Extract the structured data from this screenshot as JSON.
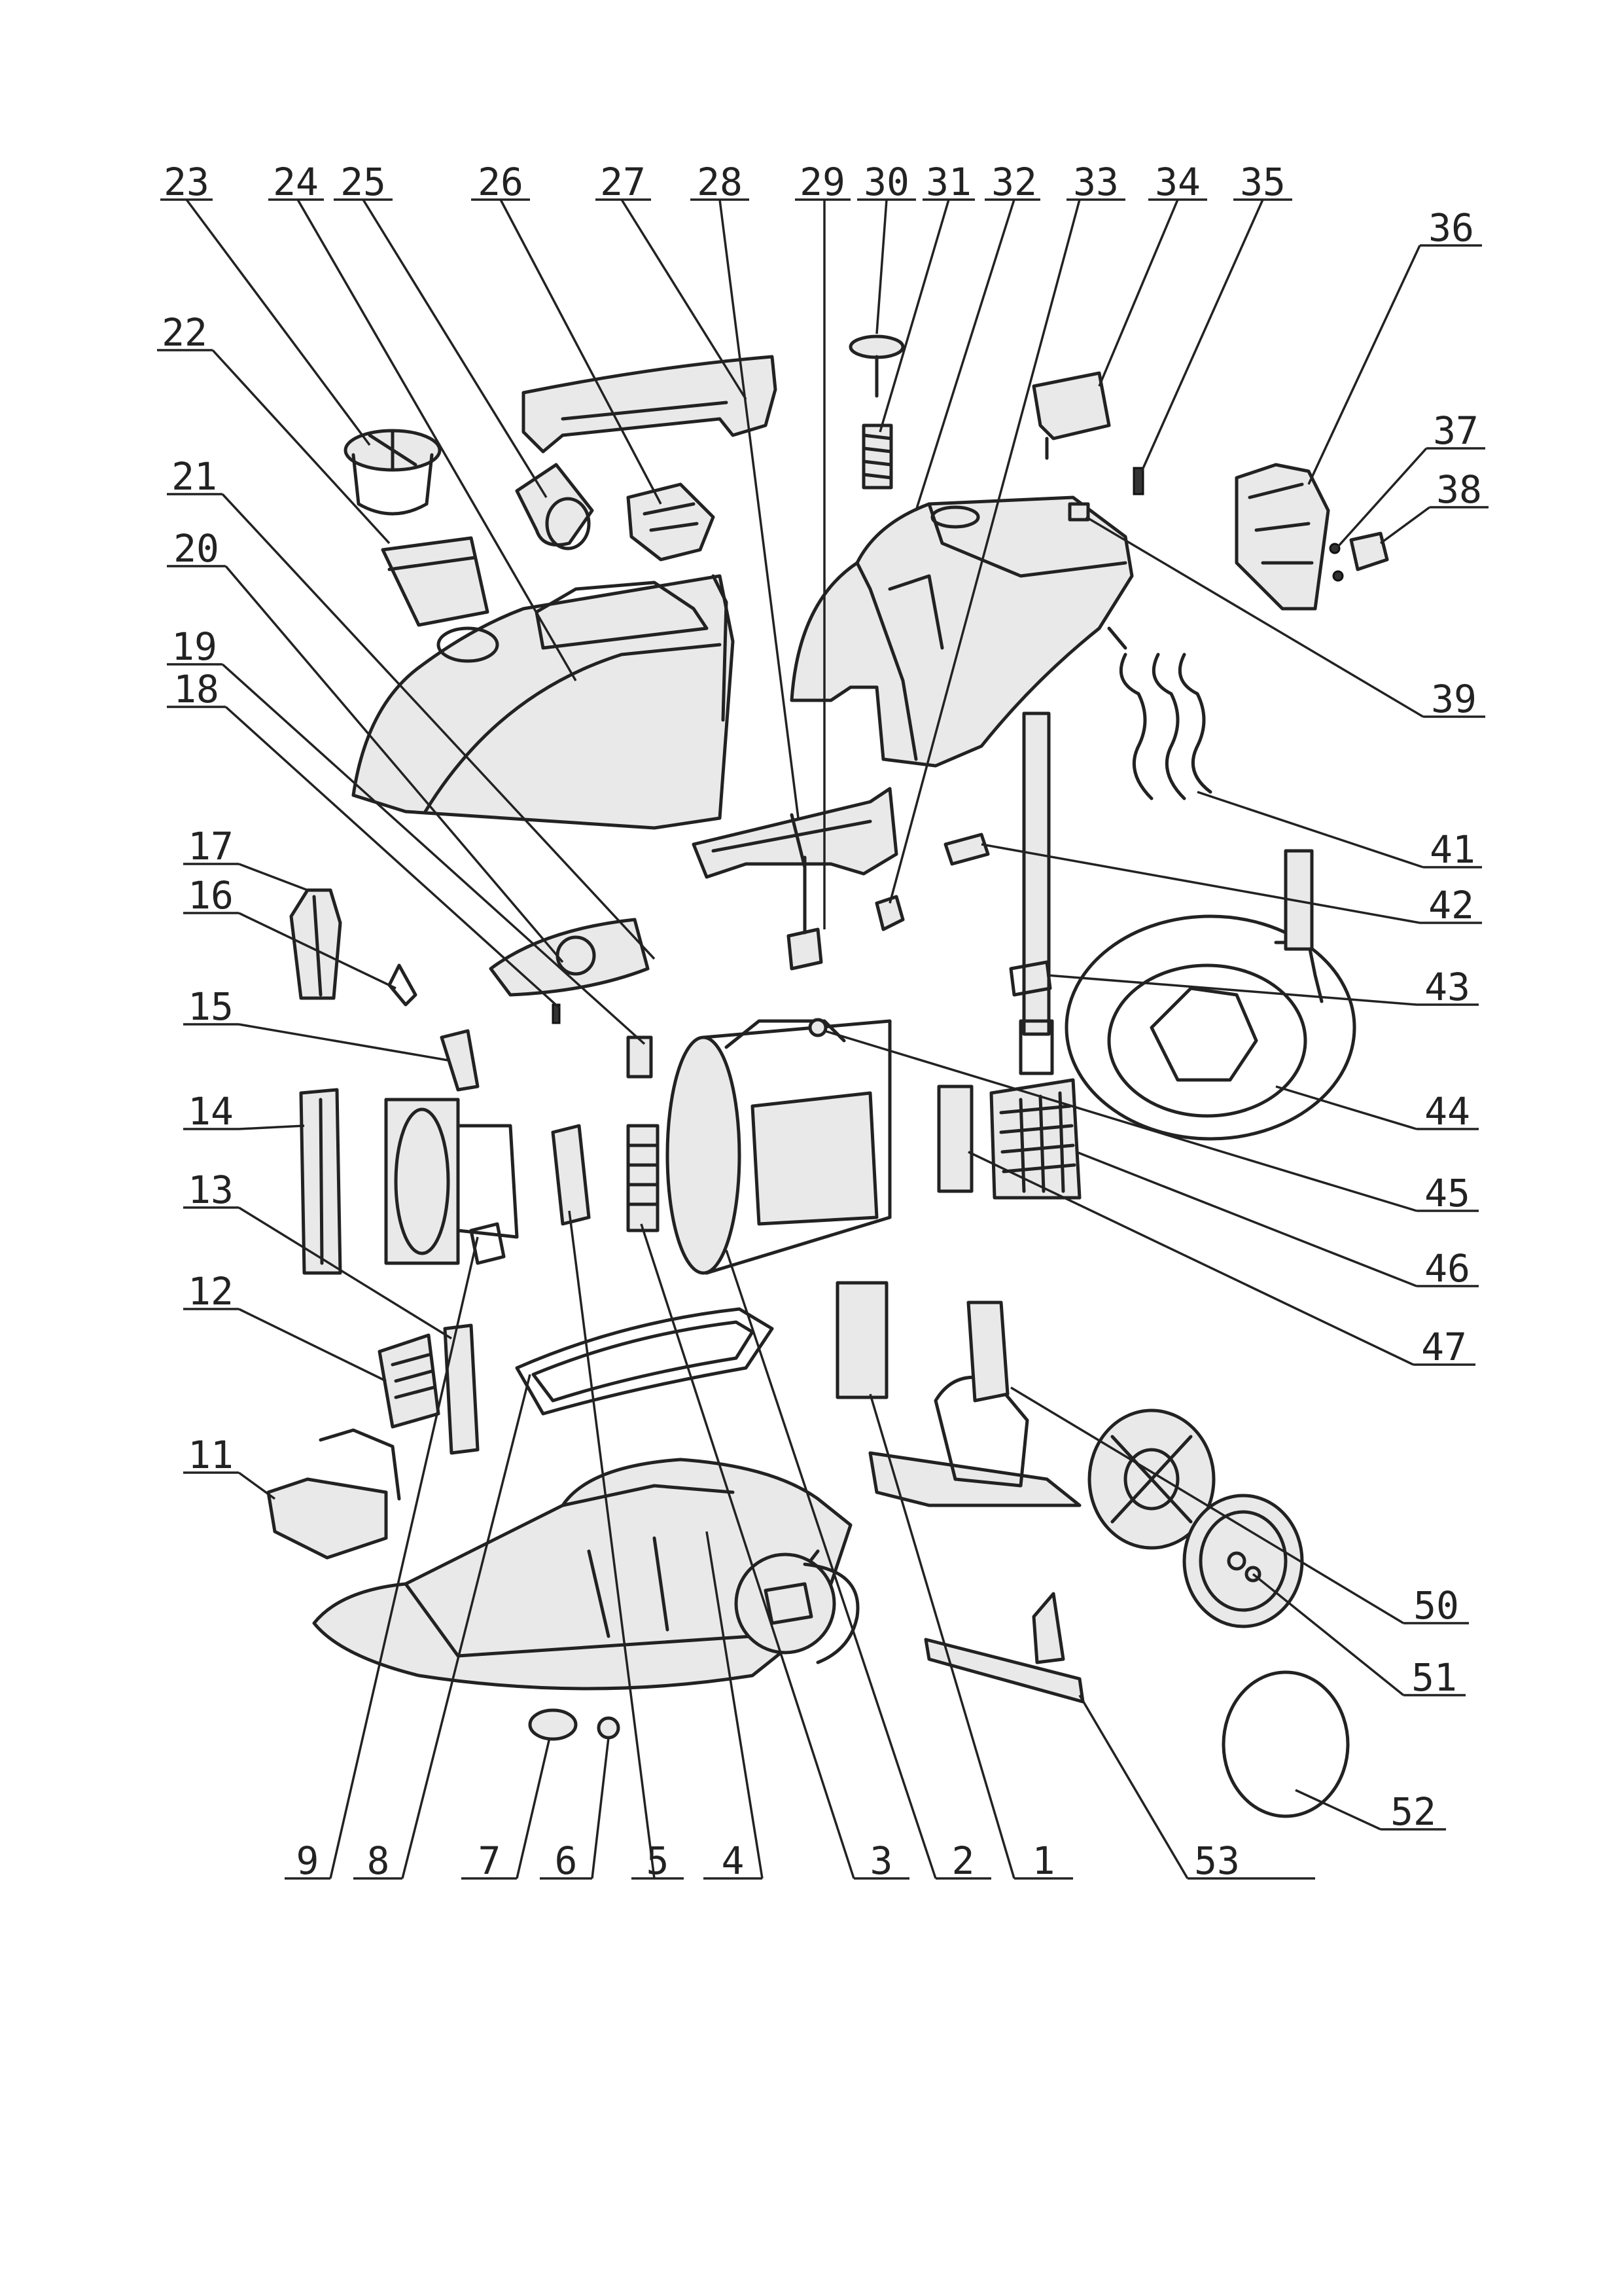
{
  "callouts": [
    {
      "id": "c1",
      "text": "1"
    },
    {
      "id": "c2",
      "text": "2"
    },
    {
      "id": "c3",
      "text": "3"
    },
    {
      "id": "c4",
      "text": "4"
    },
    {
      "id": "c5",
      "text": "5"
    },
    {
      "id": "c6",
      "text": "6"
    },
    {
      "id": "c7",
      "text": "7"
    },
    {
      "id": "c8",
      "text": "8"
    },
    {
      "id": "c9",
      "text": "9"
    },
    {
      "id": "c11",
      "text": "11"
    },
    {
      "id": "c12",
      "text": "12"
    },
    {
      "id": "c13",
      "text": "13"
    },
    {
      "id": "c14",
      "text": "14"
    },
    {
      "id": "c15",
      "text": "15"
    },
    {
      "id": "c16",
      "text": "16"
    },
    {
      "id": "c17",
      "text": "17"
    },
    {
      "id": "c18",
      "text": "18"
    },
    {
      "id": "c19",
      "text": "19"
    },
    {
      "id": "c20",
      "text": "20"
    },
    {
      "id": "c21",
      "text": "21"
    },
    {
      "id": "c22",
      "text": "22"
    },
    {
      "id": "c23",
      "text": "23"
    },
    {
      "id": "c24",
      "text": "24"
    },
    {
      "id": "c25",
      "text": "25"
    },
    {
      "id": "c26",
      "text": "26"
    },
    {
      "id": "c27",
      "text": "27"
    },
    {
      "id": "c28",
      "text": "28"
    },
    {
      "id": "c29",
      "text": "29"
    },
    {
      "id": "c30",
      "text": "30"
    },
    {
      "id": "c31",
      "text": "31"
    },
    {
      "id": "c32",
      "text": "32"
    },
    {
      "id": "c33",
      "text": "33"
    },
    {
      "id": "c34",
      "text": "34"
    },
    {
      "id": "c35",
      "text": "35"
    },
    {
      "id": "c36",
      "text": "36"
    },
    {
      "id": "c37",
      "text": "37"
    },
    {
      "id": "c38",
      "text": "38"
    },
    {
      "id": "c39",
      "text": "39"
    },
    {
      "id": "c41",
      "text": "41"
    },
    {
      "id": "c42",
      "text": "42"
    },
    {
      "id": "c43",
      "text": "43"
    },
    {
      "id": "c44",
      "text": "44"
    },
    {
      "id": "c45",
      "text": "45"
    },
    {
      "id": "c46",
      "text": "46"
    },
    {
      "id": "c47",
      "text": "47"
    },
    {
      "id": "c50",
      "text": "50"
    },
    {
      "id": "c51",
      "text": "51"
    },
    {
      "id": "c52",
      "text": "52"
    },
    {
      "id": "c53",
      "text": "53"
    }
  ]
}
